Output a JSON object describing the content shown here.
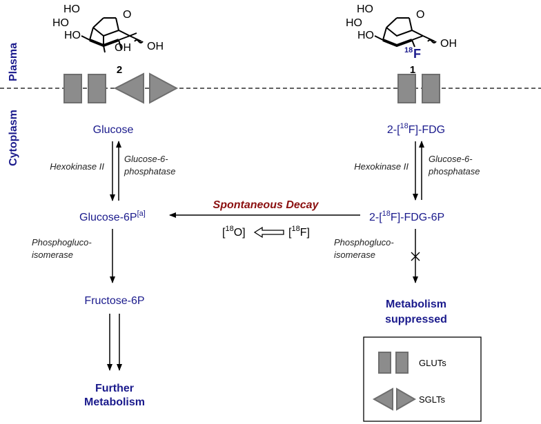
{
  "regions": {
    "plasma": "Plasma",
    "cytoplasm": "Cytoplasm"
  },
  "molecules": {
    "glucose": {
      "number": "2",
      "labels": [
        "HO",
        "HO",
        "HO",
        "OH",
        "OH",
        "O"
      ]
    },
    "fdg": {
      "number": "1",
      "labels": [
        "HO",
        "HO",
        "HO",
        "O",
        "OH"
      ],
      "isotope": "18",
      "element": "F"
    }
  },
  "left_path": {
    "glucose": "Glucose",
    "enzyme_forward": "Hexokinase II",
    "enzyme_reverse_line1": "Glucose-6-",
    "enzyme_reverse_line2": "phosphatase",
    "g6p": "Glucose-6P",
    "g6p_note": "[a]",
    "isomerase_line1": "Phosphogluco-",
    "isomerase_line2": "isomerase",
    "f6p": "Fructose-6P",
    "further_line1": "Further",
    "further_line2": "Metabolism"
  },
  "right_path": {
    "fdg_prefix": "2-[",
    "fdg_iso": "18",
    "fdg_suffix": "F]-FDG",
    "enzyme_forward": "Hexokinase II",
    "enzyme_reverse_line1": "Glucose-6-",
    "enzyme_reverse_line2": "phosphatase",
    "fdg6p_prefix": "2-[",
    "fdg6p_iso": "18",
    "fdg6p_suffix": "F]-FDG-6P",
    "isomerase_line1": "Phosphogluco-",
    "isomerase_line2": "isomerase",
    "blocked_line1": "Metabolism",
    "blocked_line2": "suppressed"
  },
  "decay": {
    "label": "Spontaneous Decay",
    "product_open": "[",
    "product_iso": "18",
    "product_el": "O]",
    "source_open": "[",
    "source_iso": "18",
    "source_el": "F]"
  },
  "legend": {
    "gluts": "GLUTs",
    "sglts": "SGLTs"
  },
  "colors": {
    "dark_blue": "#1a1a8c",
    "decay_red": "#8b1010",
    "transporter_gray": "#8c8c8c"
  }
}
